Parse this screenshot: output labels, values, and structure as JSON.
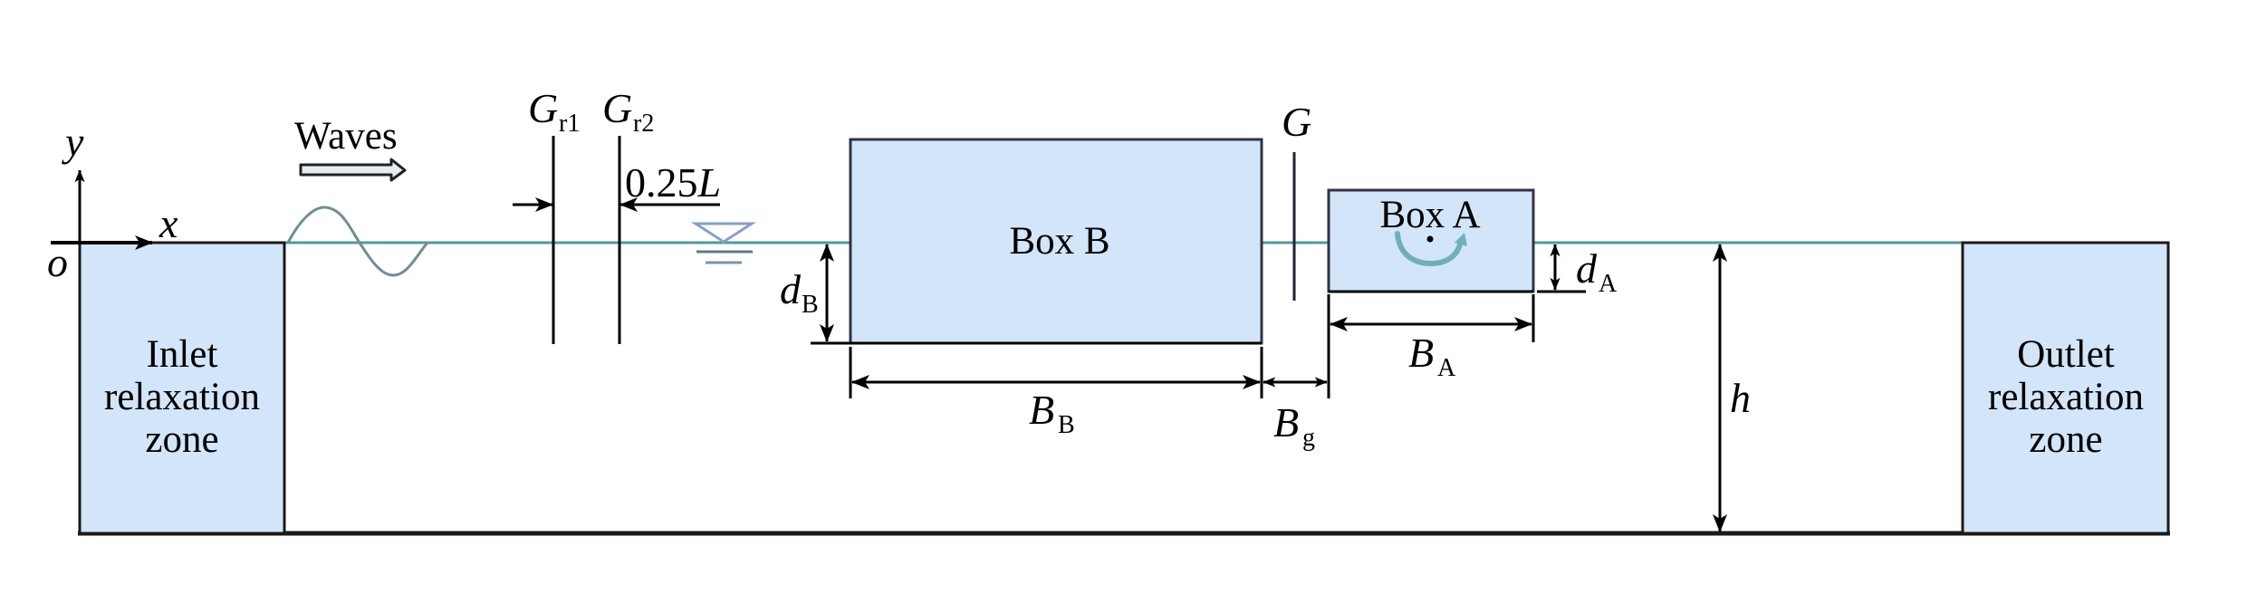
{
  "figure": {
    "type": "numerical wave tank schematic",
    "colors": {
      "zone_fill": "#d3e5f8",
      "box_fill": "#d3e5f8",
      "outline": "#1a1a1a",
      "water_line": "#4f9a98",
      "wave_curve": "#6e8f94",
      "rotation_arrow": "#6fb0b8",
      "water_symbol": "#8a9fc8",
      "hollow_arrow_fill": "#e6ecef"
    }
  },
  "axes": {
    "y_label": "y",
    "x_label": "x",
    "origin_label": "o"
  },
  "waves": {
    "label": "Waves",
    "direction": "right"
  },
  "zones": {
    "inlet": {
      "lines": [
        "Inlet",
        "relaxation",
        "zone"
      ]
    },
    "outlet": {
      "lines": [
        "Outlet",
        "relaxation",
        "zone"
      ]
    }
  },
  "gauges": {
    "gr1": {
      "symbol": "G",
      "subscript": "r1"
    },
    "gr2": {
      "symbol": "G",
      "subscript": "r2"
    },
    "g": {
      "symbol": "G",
      "subscript": ""
    },
    "spacing_label": {
      "number": "0.25",
      "symbol": "L"
    }
  },
  "bodies": {
    "box_b": {
      "label": "Box B"
    },
    "box_a": {
      "label": "Box A",
      "rotation_indicator": "curved-arrow",
      "centroid": "dot"
    }
  },
  "dimensions": {
    "d_b": {
      "symbol": "d",
      "subscript": "B"
    },
    "d_a": {
      "symbol": "d",
      "subscript": "A"
    },
    "b_b": {
      "symbol": "B",
      "subscript": "B"
    },
    "b_g": {
      "symbol": "B",
      "subscript": "g"
    },
    "b_a": {
      "symbol": "B",
      "subscript": "A"
    },
    "h": {
      "symbol": "h"
    }
  }
}
